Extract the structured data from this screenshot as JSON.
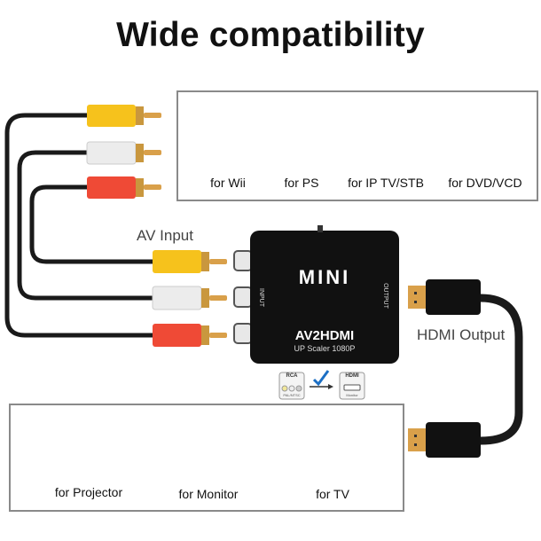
{
  "title": "Wide compatibility",
  "callouts": {
    "av_input": "AV Input",
    "hdmi_output": "HDMI Output"
  },
  "top_devices": [
    {
      "label": "for Wii",
      "icon": "wii-console-icon"
    },
    {
      "label": "for PS",
      "icon": "playstation-console-icon"
    },
    {
      "label": "for IP TV/STB",
      "icon": "set-top-box-icon"
    },
    {
      "label": "for DVD/VCD",
      "icon": "dvd-player-icon"
    }
  ],
  "bottom_devices": [
    {
      "label": "for Projector",
      "icon": "projector-icon"
    },
    {
      "label": "for Monitor",
      "icon": "monitor-icon"
    },
    {
      "label": "for TV",
      "icon": "tv-icon"
    }
  ],
  "converter": {
    "brand": "MINI",
    "model": "AV2HDMI",
    "subtitle": "UP Scaler 1080P",
    "side_left": "INPUT",
    "side_right": "OUTPUT"
  },
  "signal_diagram": {
    "source_title": "RCA",
    "source_sub": "PAL/NTSC",
    "target_title": "HDMI",
    "target_sub": "Monitor"
  },
  "colors": {
    "rca_yellow": "#f6c21c",
    "rca_white": "#eeeeee",
    "rca_red": "#ef4a36",
    "gold_tip": "#d9a04a",
    "cable": "#1a1a1a",
    "check": "#1c6fc4"
  }
}
